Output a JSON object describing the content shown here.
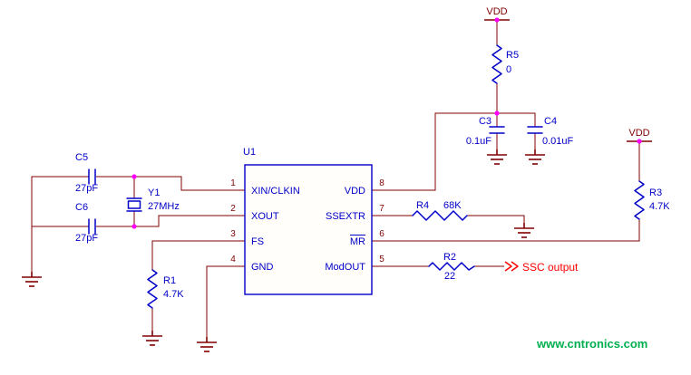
{
  "colors": {
    "wire": "#800000",
    "component": "#0000c8",
    "junction": "#ff00ff",
    "power_text": "#800000",
    "ssc_output_text": "#ff0000",
    "watermark_text": "#00b050"
  },
  "ic": {
    "ref": "U1",
    "left_pins": [
      {
        "num": "1",
        "name": "XIN/CLKIN"
      },
      {
        "num": "2",
        "name": "XOUT"
      },
      {
        "num": "3",
        "name": "FS"
      },
      {
        "num": "4",
        "name": "GND"
      }
    ],
    "right_pins": [
      {
        "num": "8",
        "name": "VDD"
      },
      {
        "num": "7",
        "name": "SSEXTR"
      },
      {
        "num": "6",
        "name": "MR"
      },
      {
        "num": "5",
        "name": "ModOUT"
      }
    ]
  },
  "components": {
    "y1": {
      "ref": "Y1",
      "value": "27MHz"
    },
    "c5": {
      "ref": "C5",
      "value": "27pF"
    },
    "c6": {
      "ref": "C6",
      "value": "27pF"
    },
    "c3": {
      "ref": "C3",
      "value": "0.1uF"
    },
    "c4": {
      "ref": "C4",
      "value": "0.01uF"
    },
    "r1": {
      "ref": "R1",
      "value": "4.7K"
    },
    "r2": {
      "ref": "R2",
      "value": "22"
    },
    "r3": {
      "ref": "R3",
      "value": "4.7K"
    },
    "r4": {
      "ref": "R4",
      "value": "68K"
    },
    "r5": {
      "ref": "R5",
      "value": "0"
    }
  },
  "power": {
    "vdd_top": "VDD",
    "vdd_right": "VDD"
  },
  "net_labels": {
    "ssc_output": "SSC output"
  },
  "watermark": "www.cntronics.com"
}
